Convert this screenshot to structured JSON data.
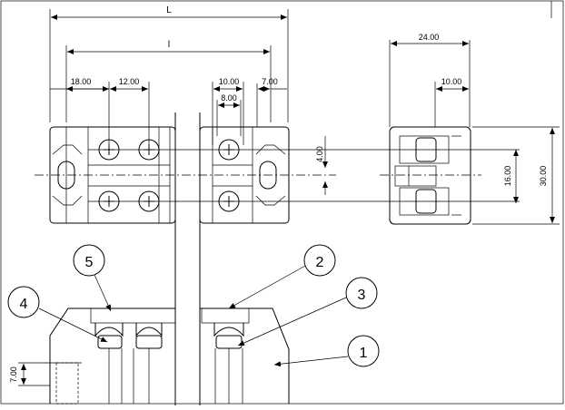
{
  "dimensions": {
    "L": "L",
    "l": "l",
    "d_18": "18.00",
    "d_12": "12.00",
    "d_10a": "10.00",
    "d_8": "8.00",
    "d_7": "7.00",
    "d_24": "24.00",
    "d_10b": "10.00",
    "d_4": "4.00",
    "d_16": "16.00",
    "d_30": "30.00",
    "d_7v": "7.00"
  },
  "balloons": [
    "1",
    "2",
    "3",
    "4",
    "5"
  ],
  "colors": {
    "line": "#000000",
    "background": "#ffffff"
  }
}
